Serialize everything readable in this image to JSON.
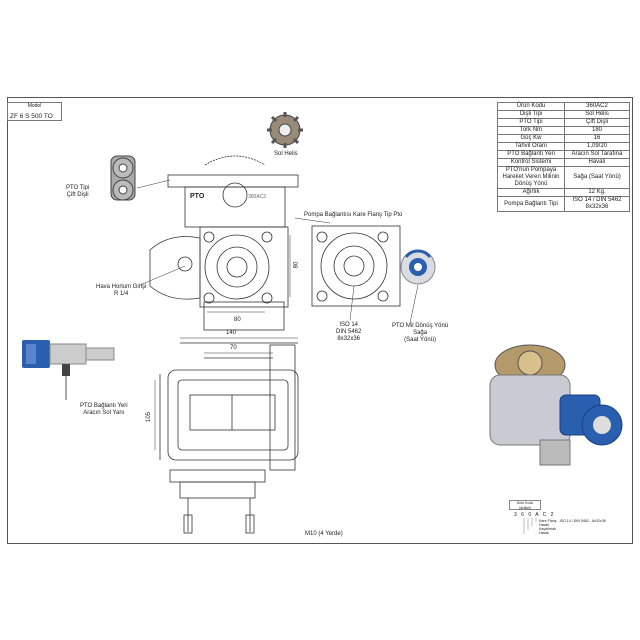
{
  "model": {
    "label": "Model",
    "value": "ZF 6 S 500 TO"
  },
  "spec_table": [
    [
      "Ürün Kodu",
      "360AC2"
    ],
    [
      "Dişli Tipi",
      "Sol Helis"
    ],
    [
      "PTO Tipi",
      "Çift Dişli"
    ],
    [
      "Tork Nm",
      "180"
    ],
    [
      "Güç Kw",
      "16"
    ],
    [
      "Tahvil Oranı",
      "1,09/20"
    ],
    [
      "PTO Bağlantı Yeri",
      "Aracın Sol Tarafına"
    ],
    [
      "Kontrol Sistemi",
      "Havalı"
    ],
    [
      "PTO'nun Pompaya Hareket Veren Milinin Dönüş Yönü",
      "Sağa (Saat Yönü)"
    ],
    [
      "Ağırlık",
      "12 Kg."
    ],
    [
      "Pompa Bağlantı Tipi",
      "ISO 14 / DIN 5462 8x32x36"
    ]
  ],
  "labels": {
    "sol_helis": "Sol Helis",
    "pto_tipi": "PTO Tipi\nÇift Dişli",
    "pompa_baglantisi": "Pompa Bağlantısı Kare Flanş Tip Pto",
    "hava_horlum": "Hava Horlum Girişi\nR 1/4",
    "iso": "ISO 14\nDIN 5462\n8x32x36",
    "pto_mil": "PTO Mil Dönüş Yönü\nSağa\n(Saat Yönü)",
    "pto_baglanti_yeri": "PTO Bağlantı Yeri\nAracın Sol Yanı",
    "m10": "M10 (4 Yerde)",
    "pto_logo": "PTO",
    "code_etched": "360AC2"
  },
  "dimensions": {
    "d80_h": "80",
    "d80_v": "80",
    "d140": "140",
    "d70": "70",
    "d105": "105"
  },
  "code_legend": {
    "box": "Ürün Kodu\n(Artikel)",
    "digits": "3 6 0 A C 2",
    "lines": [
      "Kare Flanş - ISO 14 / DIN 5462 - 8x32x36",
      "Havalı",
      "Kaydirmalı",
      "Havalı"
    ]
  },
  "colors": {
    "accent_blue": "#2a5fb0",
    "line": "#333333",
    "metal": "#c8ccd2"
  }
}
